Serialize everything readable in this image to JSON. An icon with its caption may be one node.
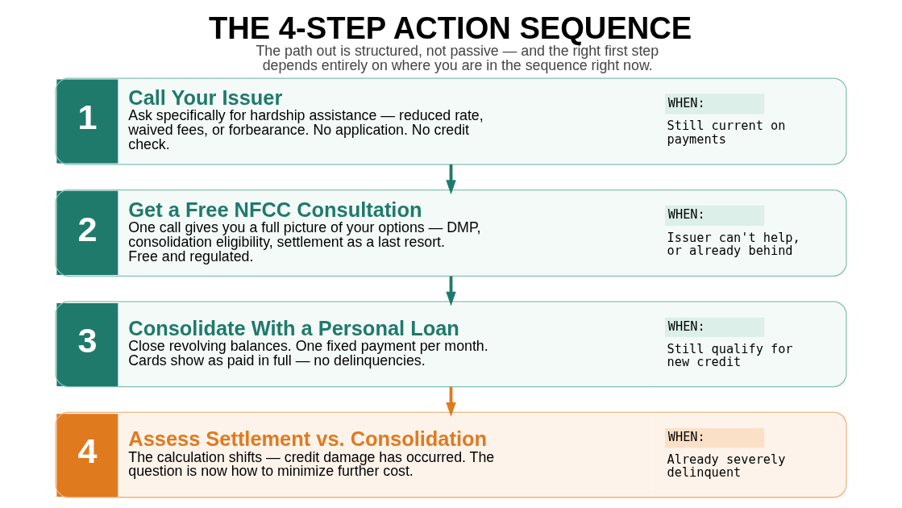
{
  "diagram": {
    "title": "THE 4-STEP ACTION SEQUENCE",
    "caption": "The path out is structured, not passive — and the right first step depends entirely on where you are in the sequence right now.",
    "nodes": [
      {
        "text": [
          "1",
          "Call Your Issuer",
          "Ask specifically for hardship assistance — reduced rate, waived fees, or forbearance. No application. No credit check.",
          "WHEN:",
          "Still current on payments"
        ]
      },
      {
        "text": [
          "2",
          "Get a Free NFCC Consultation",
          "One call gives you a full picture of your options — DMP, consolidation eligibility, settlement as a last resort. Free and regulated.",
          "WHEN:",
          "Issuer can't help, or already behind"
        ]
      },
      {
        "text": [
          "3",
          "Consolidate With a Personal Loan",
          "Close revolving balances. One fixed payment per month. Cards show as paid in full — no delinquencies.",
          "WHEN:",
          "Still qualify for new credit"
        ]
      },
      {
        "text": [
          "4",
          "Assess Settlement vs. Consolidation",
          "The calculation shifts — credit damage has occurred. The question is now how to minimize further cost.",
          "WHEN:",
          "Already severely delinquent"
        ]
      }
    ],
    "edges": [
      {
        "from": 0,
        "to": 1,
        "arrow": "to"
      },
      {
        "from": 1,
        "to": 2,
        "arrow": "to"
      },
      {
        "from": 2,
        "to": 3,
        "arrow": "to",
        "color": "#e07a1f"
      }
    ]
  }
}
